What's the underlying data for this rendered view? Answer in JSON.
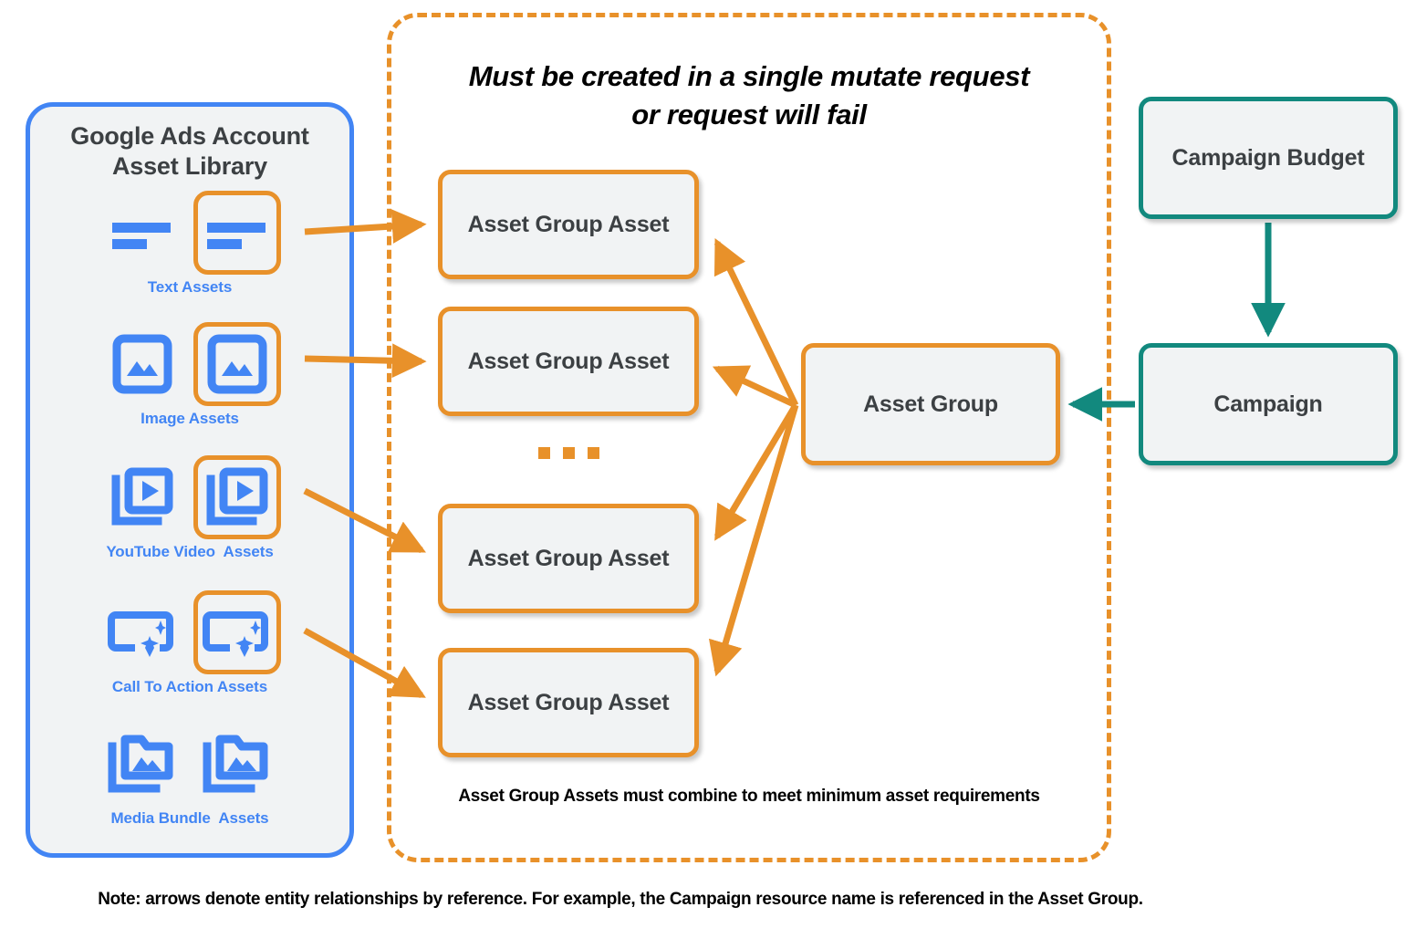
{
  "library": {
    "title_line1": "Google Ads Account",
    "title_line2": "Asset Library",
    "assets": [
      {
        "label": "Text Assets",
        "icon": "text-asset-icon",
        "highlighted": true
      },
      {
        "label": "Image Assets",
        "icon": "image-asset-icon",
        "highlighted": true
      },
      {
        "label": "YouTube Video  Assets",
        "icon": "youtube-video-asset-icon",
        "highlighted": true
      },
      {
        "label": "Call To Action Assets",
        "icon": "call-to-action-asset-icon",
        "highlighted": true
      },
      {
        "label": "Media Bundle  Assets",
        "icon": "media-bundle-asset-icon",
        "highlighted": false
      }
    ]
  },
  "mutate": {
    "heading_line1": "Must be created in a single mutate request",
    "heading_line2": "or request will fail",
    "footnote": "Asset Group Assets must combine to meet minimum asset requirements"
  },
  "nodes": {
    "asset_group_asset_1": "Asset Group Asset",
    "asset_group_asset_2": "Asset Group Asset",
    "asset_group_asset_3": "Asset Group Asset",
    "asset_group_asset_4": "Asset Group Asset",
    "asset_group": "Asset Group",
    "campaign_budget": "Campaign Budget",
    "campaign": "Campaign",
    "ellipsis": "..."
  },
  "note": "Note: arrows denote entity relationships by reference. For example, the Campaign resource name is referenced in the Asset Group.",
  "colors": {
    "orange": "#e8912a",
    "blue": "#4285f4",
    "teal": "#12897e",
    "node_fill": "#f1f3f4",
    "text_dark": "#3c4043"
  }
}
